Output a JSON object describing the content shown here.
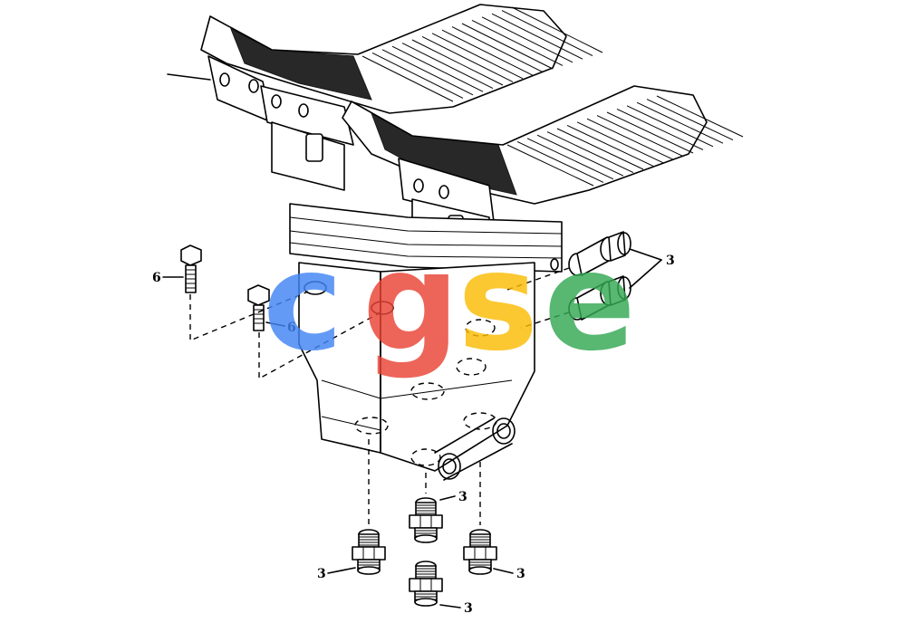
{
  "callouts": [
    {
      "id": "bolt-upper",
      "label": "6"
    },
    {
      "id": "bolt-lower",
      "label": "6"
    },
    {
      "id": "fitting-right",
      "label": "3"
    },
    {
      "id": "fitting-bottom-center-top",
      "label": "3"
    },
    {
      "id": "fitting-bottom-left",
      "label": "3"
    },
    {
      "id": "fitting-bottom-right",
      "label": "3"
    },
    {
      "id": "fitting-bottom-center-low",
      "label": "3"
    }
  ],
  "watermark": {
    "letters": [
      "c",
      "g",
      "s",
      "e"
    ],
    "colors": [
      "#4285F4",
      "#EA4335",
      "#FBBC05",
      "#34A853"
    ]
  }
}
